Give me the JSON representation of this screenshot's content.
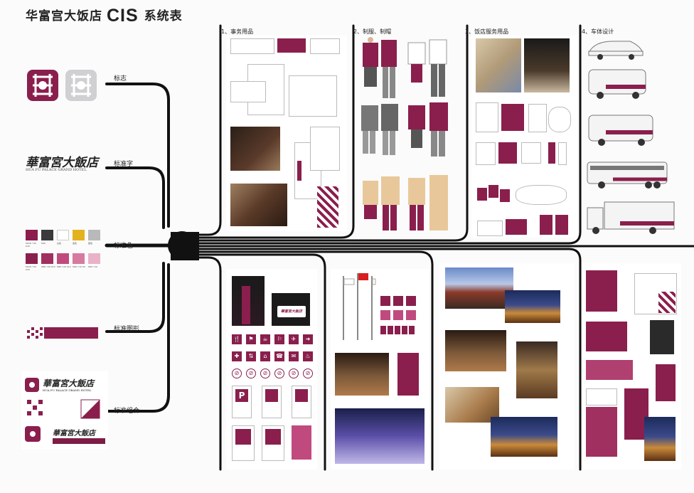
{
  "title": {
    "prefix": "华富宫大饭店",
    "cis": "CIS",
    "suffix": "系统表"
  },
  "categories": [
    {
      "label": "标志"
    },
    {
      "label": "标准字"
    },
    {
      "label": "标准色"
    },
    {
      "label": "标准图形"
    },
    {
      "label": "标准组合"
    }
  ],
  "logotype": {
    "chinese": "華富宮大飯店",
    "english": "HUA FU PALACE GRAND HOTEL"
  },
  "sections": [
    {
      "label": "1、事务用品"
    },
    {
      "label": "2、制服、制帽"
    },
    {
      "label": "3、饭店服务用品"
    },
    {
      "label": "4、车体设计"
    }
  ],
  "colors": {
    "maroon": "#8a1f4d",
    "swatches_top": [
      "#8c1c4b",
      "#3a3a3c",
      "#ffffff",
      "#e4b21e",
      "#b9b9bb"
    ],
    "swatches_bottom": [
      "#8a1f4d",
      "#a03060",
      "#c04a7e",
      "#d77aa0",
      "#eab2c8"
    ],
    "swatch_labels_top": [
      "M100 Y30 K30",
      "K80",
      "白色",
      "金色",
      "银色"
    ],
    "swatch_labels_bottom": [
      "M100 Y30 K30",
      "M80 Y30 K15",
      "M60 Y20 K10",
      "M40 Y10 K5",
      "M20 Y10"
    ]
  },
  "signs": {
    "parking": "P",
    "signboard": "華富宮大飯店"
  }
}
